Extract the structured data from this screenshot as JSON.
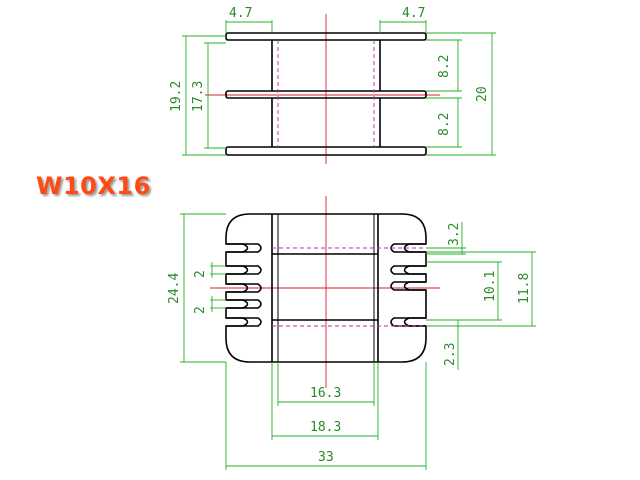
{
  "part_label": "W10X16",
  "colors": {
    "label": "#ff4a14",
    "dimension": "#2a8a2a",
    "dim_line": "#25b025",
    "center": "#d8202a",
    "hidden": "#c02aa8",
    "outline": "#000000"
  },
  "top_view": {
    "flange_top_left": "4.7",
    "flange_top_right": "4.7",
    "height_outer_left": "19.2",
    "height_inner_left": "17.3",
    "gap_upper_right": "8.2",
    "gap_lower_right": "8.2",
    "height_total_right": "20"
  },
  "front_view": {
    "slot_width_a": "2",
    "slot_width_b": "2",
    "height_left": "24.4",
    "right_small": "3.2",
    "right_inner": "10.1",
    "right_outer": "11.8",
    "right_lower": "2.3",
    "bottom_inner": "16.3",
    "bottom_middle": "18.3",
    "bottom_total": "33"
  }
}
